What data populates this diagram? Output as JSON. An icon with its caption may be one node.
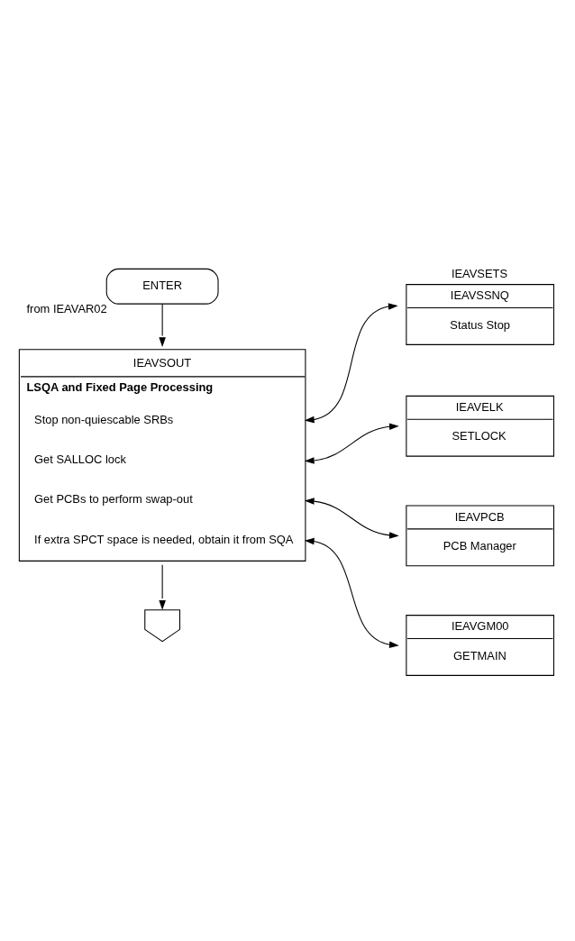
{
  "diagram": {
    "nodes": [
      {
        "text": [
          "ENTER"
        ],
        "beside": [
          "from IEAVAR02"
        ]
      },
      {
        "text": [
          "IEAVSOUT",
          "LSQA and Fixed Page Processing",
          "Stop non-quiescable SRBs",
          "Get SALLOC lock",
          "Get PCBs to perform swap-out",
          "If extra SPCT space is needed, obtain it from SQA"
        ]
      },
      {
        "text": [
          "IEAVSSNQ",
          "Status Stop"
        ],
        "beside": [
          "IEAVSETS"
        ]
      },
      {
        "text": [
          "IEAVELK",
          "SETLOCK"
        ]
      },
      {
        "text": [
          "IEAVPCB",
          "PCB Manager"
        ]
      },
      {
        "text": [
          "IEAVGM00",
          "GETMAIN"
        ]
      },
      {
        "text": [],
        "shape": "pentagon"
      }
    ],
    "edges": [
      {
        "from": 0,
        "to": 1,
        "arrow": "to"
      },
      {
        "from": 1,
        "to": 2,
        "arrow": "both"
      },
      {
        "from": 1,
        "to": 3,
        "arrow": "both"
      },
      {
        "from": 1,
        "to": 4,
        "arrow": "both"
      },
      {
        "from": 1,
        "to": 5,
        "arrow": "both"
      },
      {
        "from": 1,
        "to": 6,
        "arrow": "to"
      }
    ]
  }
}
